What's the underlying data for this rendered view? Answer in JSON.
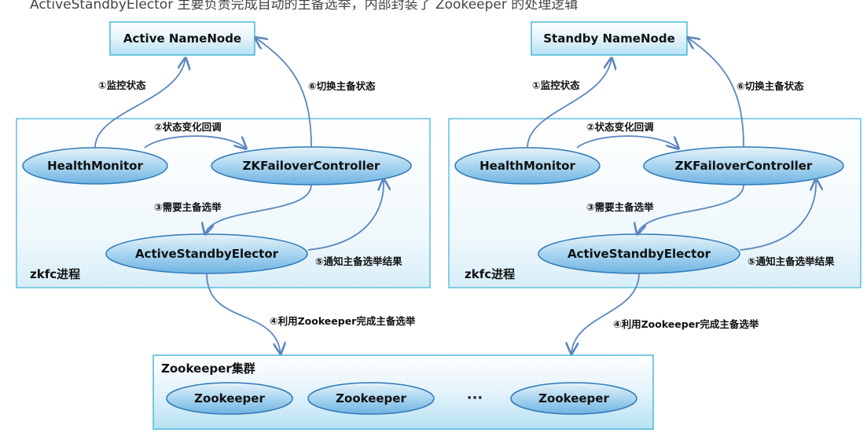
{
  "caption": "ActiveStandbyElector 主要负责完成自动的主备选举，内部封装了 Zookeeper 的处理逻辑",
  "left": {
    "namenode": "Active NameNode",
    "process_label": "zkfc进程",
    "health_monitor": "HealthMonitor",
    "zkfc": "ZKFailoverController",
    "elector": "ActiveStandbyElector",
    "edge_1": "①监控状态",
    "edge_2": "②状态变化回调",
    "edge_3": "③需要主备选举",
    "edge_5": "⑤通知主备选举结果",
    "edge_6": "⑥切换主备状态",
    "edge_4": "④利用Zookeeper完成主备选举"
  },
  "right": {
    "namenode": "Standby NameNode",
    "process_label": "zkfc进程",
    "health_monitor": "HealthMonitor",
    "zkfc": "ZKFailoverController",
    "elector": "ActiveStandbyElector",
    "edge_1": "①监控状态",
    "edge_2": "②状态变化回调",
    "edge_3": "③需要主备选举",
    "edge_5": "⑤通知主备选举结果",
    "edge_6": "⑥切换主备状态",
    "edge_4": "④利用Zookeeper完成主备选举"
  },
  "cluster": {
    "label": "Zookeeper集群",
    "nodes": [
      "Zookeeper",
      "Zookeeper",
      "Zookeeper"
    ],
    "ellipsis": "···"
  },
  "colors": {
    "box_border": "#49b7d6",
    "ellipse_border": "#2f78b6",
    "edge": "#5b86bf"
  }
}
